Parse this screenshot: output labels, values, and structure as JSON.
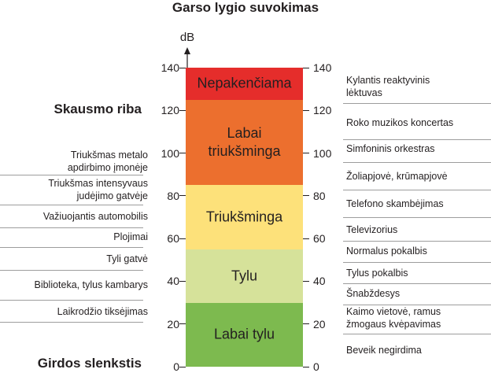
{
  "title": "Garso lygio suvokimas",
  "unit": "dB",
  "scale": {
    "min": 0,
    "max": 140,
    "ticks": [
      "0",
      "20",
      "40",
      "60",
      "80",
      "100",
      "120",
      "140"
    ]
  },
  "bands": [
    {
      "from": 125,
      "to": 140,
      "label": "Nepakenčiama",
      "color": "#e52d2b"
    },
    {
      "from": 85,
      "to": 125,
      "label": "Labai\ntriukšminga",
      "color": "#ec6f2e"
    },
    {
      "from": 55,
      "to": 85,
      "label": "Triukšminga",
      "color": "#fde17a"
    },
    {
      "from": 30,
      "to": 55,
      "label": "Tylu",
      "color": "#d6e29a"
    },
    {
      "from": 0,
      "to": 30,
      "label": "Labai tylu",
      "color": "#7dba4f"
    }
  ],
  "threshold_labels": {
    "pain": "Skausmo riba",
    "hearing": "Girdos slenkstis"
  },
  "left_items": [
    "Triukšmas metalo\napdirbimo įmonėje",
    "Triukšmas intensyvaus\njudėjimo gatvėje",
    "Važiuojantis automobilis",
    "Plojimai",
    "Tyli gatvė",
    "Biblioteka, tylus kambarys",
    "Laikrodžio tiksėjimas"
  ],
  "right_items": [
    "Kylantis reaktyvinis\nlėktuvas",
    "Roko muzikos koncertas",
    "Simfoninis orkestras",
    "Žoliapjovė, krūmapjovė",
    "Telefono skambėjimas",
    "Televizorius",
    "Normalus pokalbis",
    "Tylus pokalbis",
    "Šnabždesys",
    "Kaimo vietovė, ramus\nžmogaus kvėpavimas",
    "Beveik negirdima"
  ]
}
